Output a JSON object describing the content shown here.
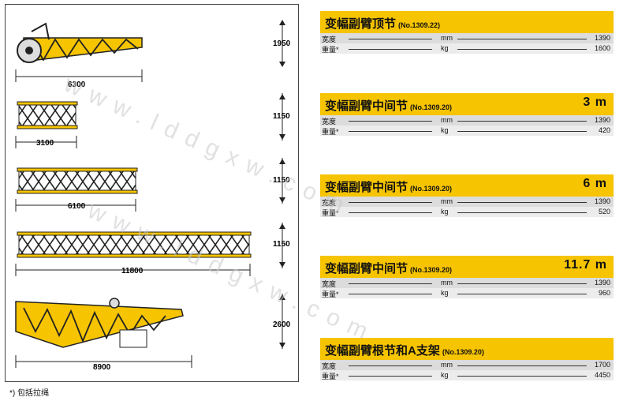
{
  "footnote": "*) 包括拉绳",
  "drawings": {
    "top": {
      "length": "6300",
      "height": "1950"
    },
    "mid3": {
      "length": "3100",
      "height": "1150"
    },
    "mid6": {
      "length": "6100",
      "height": "1150"
    },
    "mid11": {
      "length": "11800",
      "height": "1150"
    },
    "base": {
      "length": "8900",
      "height": "2600"
    }
  },
  "specs": [
    {
      "title": "变幅副臂顶节",
      "code": "(No.1309.22)",
      "length": "",
      "width_label": "宽度",
      "weight_label": "重量*",
      "width_unit": "mm",
      "weight_unit": "kg",
      "width": "1390",
      "weight": "1600"
    },
    {
      "title": "变幅副臂中间节",
      "code": "(No.1309.20)",
      "length": "3 m",
      "width_label": "宽度",
      "weight_label": "重量*",
      "width_unit": "mm",
      "weight_unit": "kg",
      "width": "1390",
      "weight": "420"
    },
    {
      "title": "变幅副臂中间节",
      "code": "(No.1309.20)",
      "length": "6 m",
      "width_label": "宽度",
      "weight_label": "重量*",
      "width_unit": "mm",
      "weight_unit": "kg",
      "width": "1390",
      "weight": "520"
    },
    {
      "title": "变幅副臂中间节",
      "code": "(No.1309.20)",
      "length": "11.7 m",
      "width_label": "宽度",
      "weight_label": "重量*",
      "width_unit": "mm",
      "weight_unit": "kg",
      "width": "1390",
      "weight": "960"
    },
    {
      "title": "变幅副臂根节和A支架",
      "code": "(No.1309.20)",
      "length": "",
      "width_label": "宽度",
      "weight_label": "重量*",
      "width_unit": "mm",
      "weight_unit": "kg",
      "width": "1700",
      "weight": "4450"
    }
  ],
  "watermark": "www.lddgxw.com"
}
